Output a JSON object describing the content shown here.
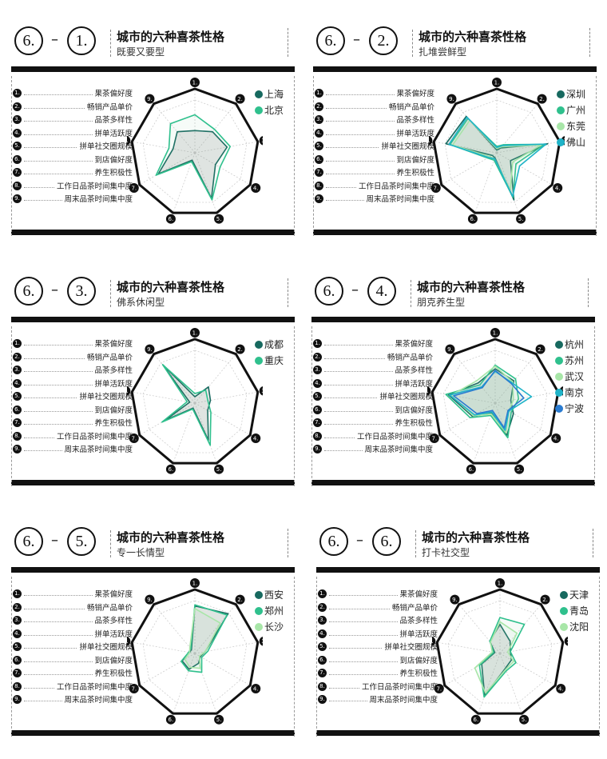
{
  "dimensions": [
    "果茶偏好度",
    "畅销产品单价",
    "品茶多样性",
    "拼单活跃度",
    "拼单社交圈规模",
    "到店偏好度",
    "养生积极性",
    "工作日品茶时间集中度",
    "周末品茶时间集中度"
  ],
  "dimension_numbers": [
    "1.",
    "2.",
    "3.",
    "4.",
    "5.",
    "6.",
    "7.",
    "8.",
    "9."
  ],
  "panels": [
    {
      "num_a": "6.",
      "dash": "–",
      "num_b": "1.",
      "title": "城市的六种喜茶性格",
      "subtitle": "既要又要型"
    },
    {
      "num_a": "6.",
      "dash": "–",
      "num_b": "2.",
      "title": "城市的六种喜茶性格",
      "subtitle": "扎堆尝鲜型"
    },
    {
      "num_a": "6.",
      "dash": "–",
      "num_b": "3.",
      "title": "城市的六种喜茶性格",
      "subtitle": "佛系休闲型"
    },
    {
      "num_a": "6.",
      "dash": "–",
      "num_b": "4.",
      "title": "城市的六种喜茶性格",
      "subtitle": "朋克养生型"
    },
    {
      "num_a": "6.",
      "dash": "–",
      "num_b": "5.",
      "title": "城市的六种喜茶性格",
      "subtitle": "专一长情型"
    },
    {
      "num_a": "6.",
      "dash": "–",
      "num_b": "6.",
      "title": "城市的六种喜茶性格",
      "subtitle": "打卡社交型"
    }
  ],
  "chart_data": [
    {
      "type": "radar",
      "subtitle": "既要又要型",
      "axes": [
        "1.",
        "2.",
        "3.",
        "4.",
        "5.",
        "6.",
        "7.",
        "8.",
        "9."
      ],
      "rmax": 1,
      "series": [
        {
          "name": "上海",
          "color": "#17695f",
          "values": [
            0.42,
            0.52,
            0.62,
            0.45,
            0.92,
            0.15,
            0.8,
            0.42,
            0.52
          ]
        },
        {
          "name": "北京",
          "color": "#2fc08d",
          "values": [
            0.72,
            0.58,
            0.68,
            0.55,
            0.95,
            0.18,
            0.85,
            0.5,
            0.72
          ]
        }
      ]
    },
    {
      "type": "radar",
      "subtitle": "扎堆尝鲜型",
      "axes": [
        "1.",
        "2.",
        "3.",
        "4.",
        "5.",
        "6.",
        "7.",
        "8.",
        "9."
      ],
      "rmax": 1,
      "series": [
        {
          "name": "深圳",
          "color": "#17695f",
          "values": [
            0.05,
            0.12,
            0.98,
            0.3,
            0.95,
            0.1,
            0.1,
            0.98,
            0.9
          ]
        },
        {
          "name": "广州",
          "color": "#2fc08d",
          "values": [
            0.12,
            0.2,
            0.92,
            0.42,
            0.9,
            0.15,
            0.2,
            0.9,
            0.85
          ]
        },
        {
          "name": "东莞",
          "color": "#a8e6a8",
          "values": [
            0.08,
            0.15,
            0.85,
            0.35,
            0.75,
            0.12,
            0.15,
            0.85,
            0.8
          ]
        },
        {
          "name": "佛山",
          "color": "#1fb3c8",
          "values": [
            0.1,
            0.18,
            0.95,
            0.5,
            0.88,
            0.12,
            0.18,
            0.92,
            0.88
          ]
        }
      ]
    },
    {
      "type": "radar",
      "subtitle": "佛系休闲型",
      "axes": [
        "1.",
        "2.",
        "3.",
        "4.",
        "5.",
        "6.",
        "7.",
        "8.",
        "9."
      ],
      "rmax": 1,
      "series": [
        {
          "name": "成都",
          "color": "#17695f",
          "values": [
            0.12,
            0.4,
            0.3,
            0.28,
            0.75,
            0.1,
            0.65,
            0.1,
            0.95
          ]
        },
        {
          "name": "重庆",
          "color": "#2fc08d",
          "values": [
            0.18,
            0.32,
            0.25,
            0.35,
            0.85,
            0.12,
            0.72,
            0.15,
            0.95
          ]
        }
      ]
    },
    {
      "type": "radar",
      "subtitle": "朋克养生型",
      "axes": [
        "1.",
        "2.",
        "3.",
        "4.",
        "5.",
        "6.",
        "7.",
        "8.",
        "9."
      ],
      "rmax": 1,
      "series": [
        {
          "name": "杭州",
          "color": "#17695f",
          "values": [
            0.65,
            0.55,
            0.3,
            0.4,
            0.65,
            0.2,
            0.5,
            0.9,
            0.5
          ]
        },
        {
          "name": "苏州",
          "color": "#2fc08d",
          "values": [
            0.72,
            0.6,
            0.45,
            0.35,
            0.7,
            0.25,
            0.55,
            0.95,
            0.45
          ]
        },
        {
          "name": "武汉",
          "color": "#a8e6a8",
          "values": [
            0.7,
            0.52,
            0.35,
            0.3,
            0.6,
            0.22,
            0.48,
            0.85,
            0.55
          ]
        },
        {
          "name": "南京",
          "color": "#1fb3c8",
          "values": [
            0.6,
            0.5,
            0.7,
            0.3,
            0.55,
            0.18,
            0.45,
            0.88,
            0.4
          ]
        },
        {
          "name": "宁波",
          "color": "#2a7bd0",
          "values": [
            0.62,
            0.48,
            0.55,
            0.28,
            0.5,
            0.15,
            0.4,
            0.8,
            0.38
          ]
        }
      ]
    },
    {
      "type": "radar",
      "subtitle": "专一长情型",
      "axes": [
        "1.",
        "2.",
        "3.",
        "4.",
        "5.",
        "6.",
        "7.",
        "8.",
        "9."
      ],
      "rmax": 1,
      "series": [
        {
          "name": "西安",
          "color": "#17695f",
          "values": [
            0.9,
            0.98,
            0.2,
            0.12,
            0.2,
            0.32,
            0.28,
            0.1,
            0.1
          ]
        },
        {
          "name": "郑州",
          "color": "#2fc08d",
          "values": [
            0.92,
            0.95,
            0.25,
            0.15,
            0.38,
            0.35,
            0.3,
            0.12,
            0.12
          ]
        },
        {
          "name": "长沙",
          "color": "#a8e6a8",
          "values": [
            0.85,
            0.75,
            0.2,
            0.1,
            0.3,
            0.28,
            0.22,
            0.1,
            0.15
          ]
        }
      ]
    },
    {
      "type": "radar",
      "subtitle": "打卡社交型",
      "axes": [
        "1.",
        "2.",
        "3.",
        "4.",
        "5.",
        "6.",
        "7.",
        "8.",
        "9."
      ],
      "rmax": 1,
      "series": [
        {
          "name": "天津",
          "color": "#17695f",
          "values": [
            0.55,
            0.3,
            0.2,
            0.25,
            0.3,
            0.85,
            0.4,
            0.1,
            0.3
          ]
        },
        {
          "name": "青岛",
          "color": "#2fc08d",
          "values": [
            0.68,
            0.72,
            0.2,
            0.35,
            0.35,
            0.88,
            0.45,
            0.12,
            0.3
          ]
        },
        {
          "name": "沈阳",
          "color": "#a8e6a8",
          "values": [
            0.6,
            0.5,
            0.15,
            0.3,
            0.32,
            0.8,
            0.55,
            0.15,
            0.28
          ]
        }
      ]
    }
  ]
}
